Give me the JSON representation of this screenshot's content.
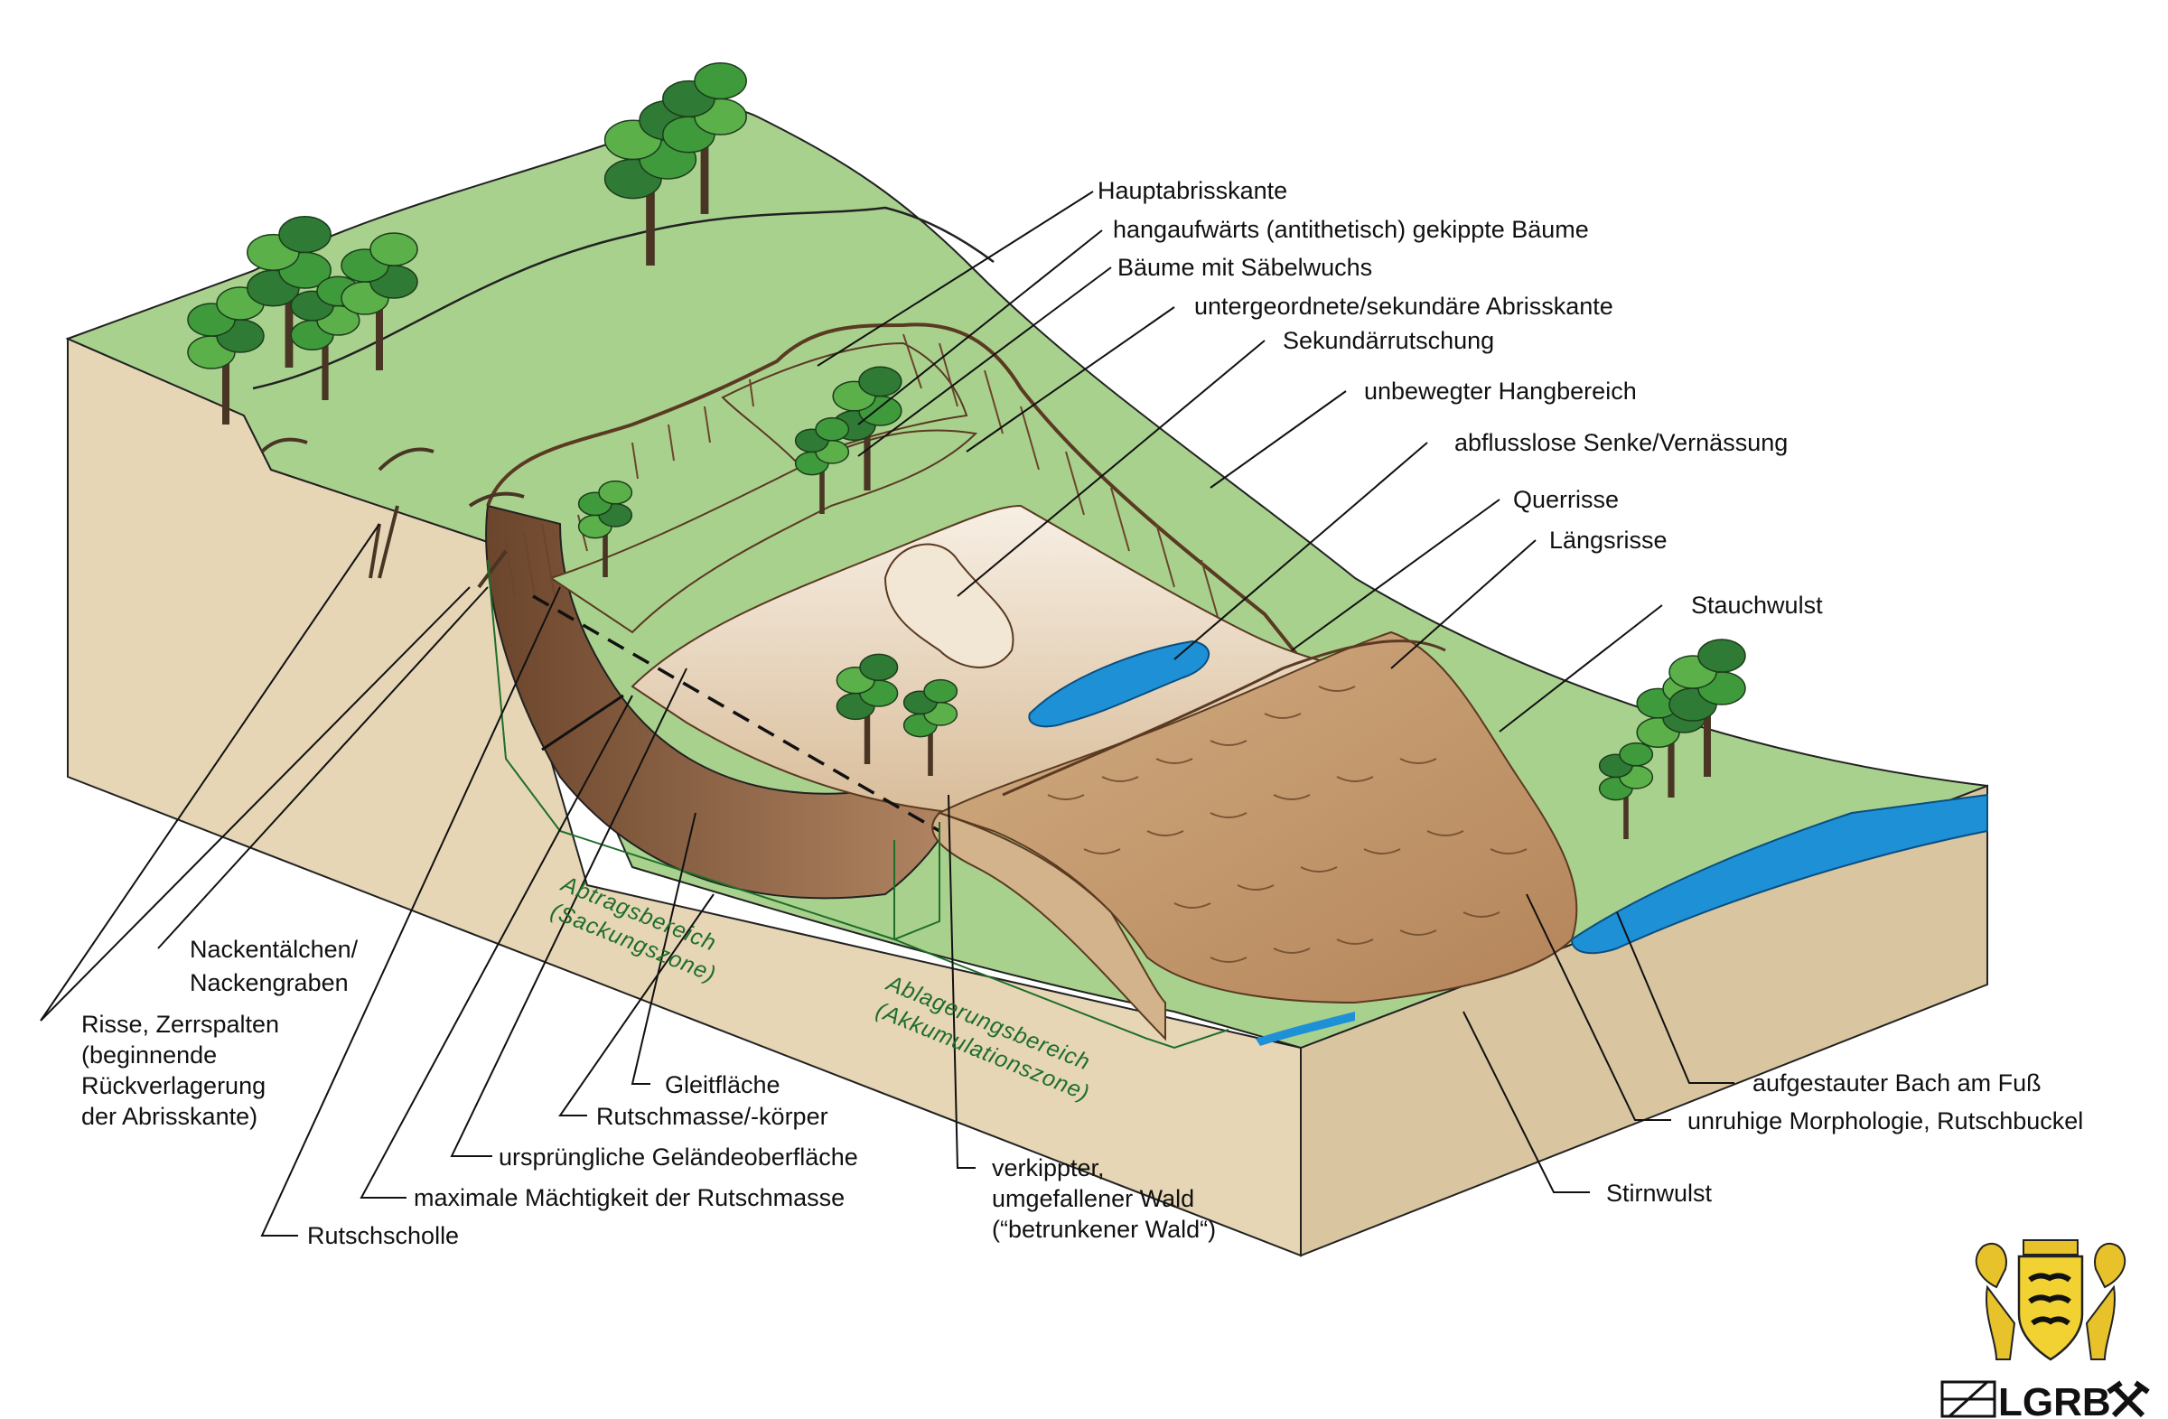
{
  "diagram": {
    "labels_right": [
      "Hauptabrisskante",
      "hangaufwärts (antithetisch) gekippte Bäume",
      "Bäume mit Säbelwuchs",
      "untergeordnete/sekundäre Abrisskante",
      "Sekundärrutschung",
      "unbewegter Hangbereich",
      "abflusslose Senke/Vernässung",
      "Querrisse",
      "Längsrisse",
      "Stauchwulst"
    ],
    "labels_bottom_right": [
      "aufgestauter Bach am Fuß",
      "unruhige Morphologie, Rutschbuckel",
      "Stirnwulst"
    ],
    "labels_bottom_left": {
      "nackentaelchen": [
        "Nackentälchen/",
        "Nackengraben"
      ],
      "risse": [
        "Risse, Zerrspalten",
        "(beginnende",
        "Rückverlagerung",
        "der Abrisskante)"
      ],
      "gleitflaeche": "Gleitfläche",
      "rutschmasse": "Rutschmasse/-körper",
      "gelaendeoberflaeche": "ursprüngliche Geländeoberfläche",
      "maechtigkeit": "maximale Mächtigkeit der Rutschmasse",
      "rutschscholle": "Rutschscholle",
      "wald": [
        "verkippter,",
        "umgefallener Wald",
        "(“betrunkener Wald“)"
      ]
    },
    "zones": {
      "abtrag": [
        "Abtragsbereich",
        "(Sackungszone)"
      ],
      "ablagerung": [
        "Ablagerungsbereich",
        "(Akkumulationszone)"
      ]
    },
    "logo": {
      "text": "LGRB"
    },
    "colors": {
      "grass": "#a9d18e",
      "soil_light": "#e6d6b6",
      "soil_brown": "#8a5a3a",
      "slide_mass": "#c49a6c",
      "water": "#1e90d6",
      "zone_green": "#1f6e2a"
    }
  }
}
